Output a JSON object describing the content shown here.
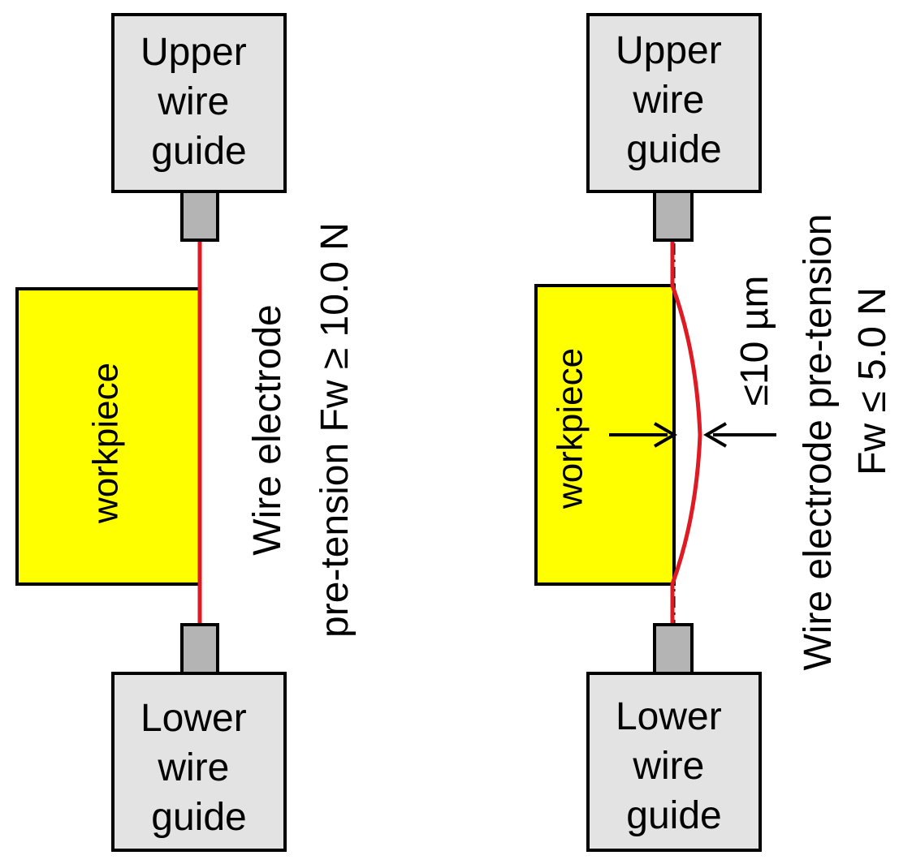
{
  "left_panel": {
    "upper_guide_lines": [
      "Upper",
      "wire",
      "guide"
    ],
    "lower_guide_lines": [
      "Lower",
      "wire",
      "guide"
    ],
    "workpiece_label": "workpiece",
    "tension_line1": "Wire electrode",
    "tension_line2": "pre-tension  Fw ≥ 10.0 N"
  },
  "right_panel": {
    "upper_guide_lines": [
      "Upper",
      "wire",
      "guide"
    ],
    "lower_guide_lines": [
      "Lower",
      "wire",
      "guide"
    ],
    "workpiece_label": "workpiece",
    "deflection_label": "≤10 µm",
    "tension_line1": "Wire electrode  pre-tension",
    "tension_line2": "Fw  ≤  5.0 N"
  },
  "colors": {
    "guide_fill": "#e3e3e3",
    "nozzle_fill": "#b4b4b4",
    "workpiece_fill": "#ffff00",
    "wire": "#e01a22",
    "outline": "#000000"
  }
}
